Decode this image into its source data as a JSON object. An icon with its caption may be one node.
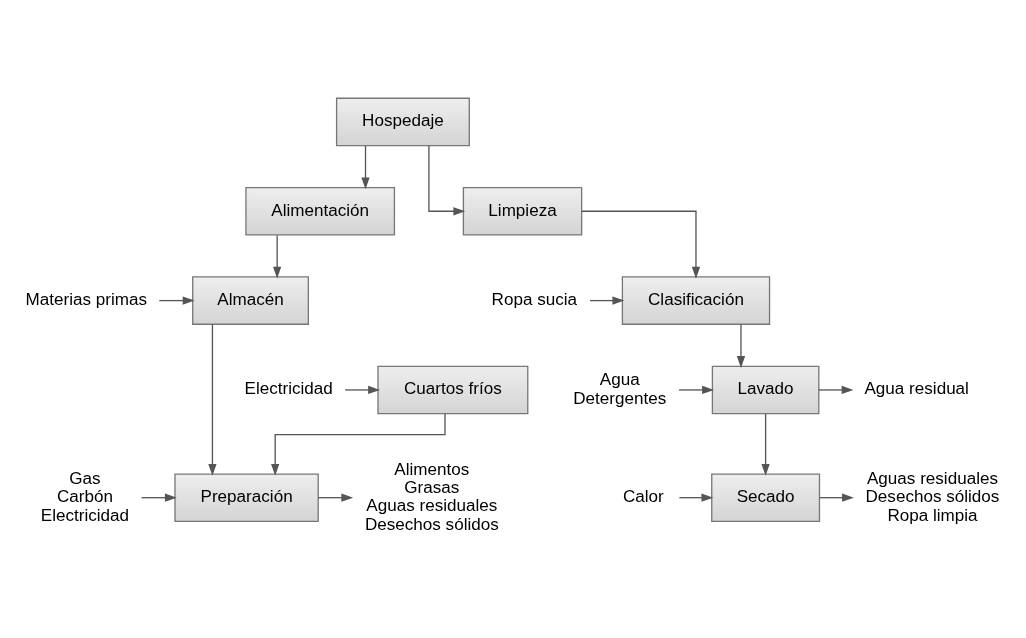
{
  "diagram": {
    "nodes": [
      {
        "text": [
          "Hospedaje"
        ]
      },
      {
        "text": [
          "Alimentación"
        ]
      },
      {
        "text": [
          "Limpieza"
        ]
      },
      {
        "text": [
          "Materias primas"
        ]
      },
      {
        "text": [
          "Almacén"
        ]
      },
      {
        "text": [
          "Electricidad"
        ]
      },
      {
        "text": [
          "Cuartos fríos"
        ]
      },
      {
        "text": [
          "Gas",
          "Carbón",
          "Electricidad"
        ]
      },
      {
        "text": [
          "Preparación"
        ]
      },
      {
        "text": [
          "Alimentos",
          "Grasas",
          "Aguas residuales",
          "Desechos sólidos"
        ]
      },
      {
        "text": [
          "Ropa sucia"
        ]
      },
      {
        "text": [
          "Clasificación"
        ]
      },
      {
        "text": [
          "Agua",
          "Detergentes"
        ]
      },
      {
        "text": [
          "Lavado"
        ]
      },
      {
        "text": [
          "Agua residual"
        ]
      },
      {
        "text": [
          "Calor"
        ]
      },
      {
        "text": [
          "Secado"
        ]
      },
      {
        "text": [
          "Aguas residuales",
          "Desechos sólidos",
          "Ropa limpia"
        ]
      }
    ],
    "edges": [
      {
        "from": 0,
        "to": 1,
        "arrow": "to"
      },
      {
        "from": 0,
        "to": 2,
        "arrow": "to"
      },
      {
        "from": 1,
        "to": 4,
        "arrow": "to"
      },
      {
        "from": 3,
        "to": 4,
        "arrow": "to"
      },
      {
        "from": 5,
        "to": 6,
        "arrow": "to"
      },
      {
        "from": 4,
        "to": 8,
        "arrow": "to"
      },
      {
        "from": 6,
        "to": 8,
        "arrow": "to"
      },
      {
        "from": 7,
        "to": 8,
        "arrow": "to"
      },
      {
        "from": 8,
        "to": 9,
        "arrow": "to"
      },
      {
        "from": 2,
        "to": 11,
        "arrow": "to"
      },
      {
        "from": 10,
        "to": 11,
        "arrow": "to"
      },
      {
        "from": 11,
        "to": 13,
        "arrow": "to"
      },
      {
        "from": 12,
        "to": 13,
        "arrow": "to"
      },
      {
        "from": 13,
        "to": 14,
        "arrow": "to"
      },
      {
        "from": 13,
        "to": 16,
        "arrow": "to"
      },
      {
        "from": 15,
        "to": 16,
        "arrow": "to"
      },
      {
        "from": 16,
        "to": 17,
        "arrow": "to"
      }
    ]
  }
}
